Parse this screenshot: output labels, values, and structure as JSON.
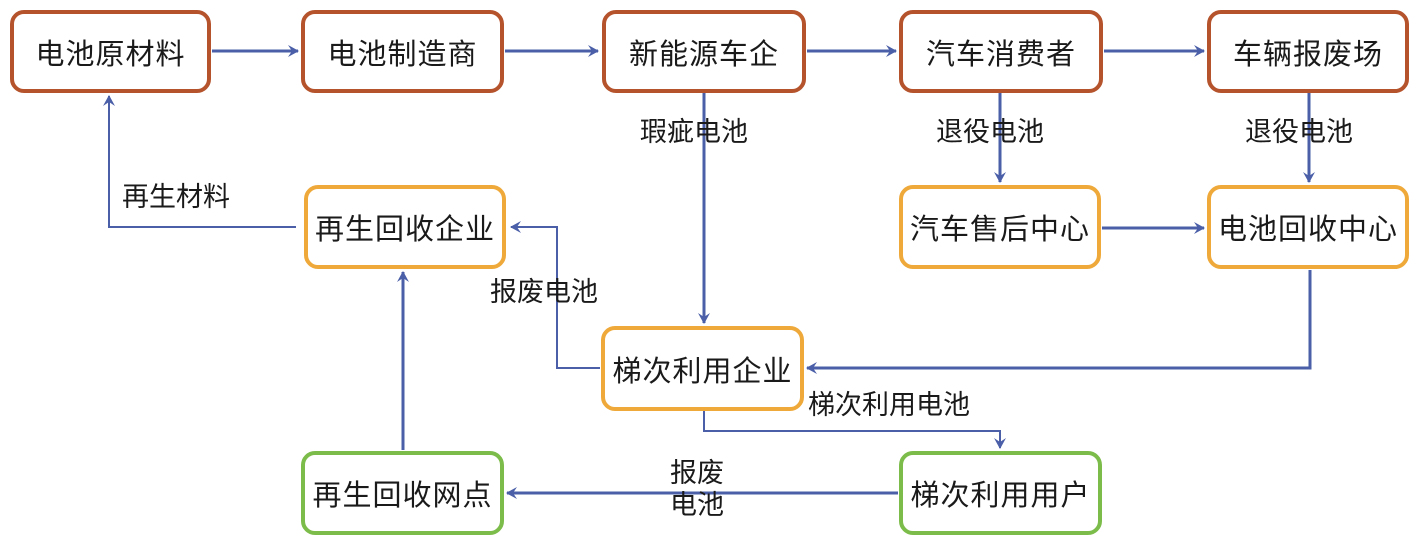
{
  "diagram": {
    "colors": {
      "tier1_border": "#b5532c",
      "tier2_border": "#eea93a",
      "tier3_border": "#7cbc4a",
      "arrow": "#4a5fa8",
      "text": "#1a1a1a"
    },
    "nodes": {
      "raw_materials": "电池原材料",
      "battery_maker": "电池制造商",
      "nev_maker": "新能源车企",
      "consumer": "汽车消费者",
      "scrapyard": "车辆报废场",
      "recycling_enterprise": "再生回收企业",
      "aftersales_center": "汽车售后中心",
      "battery_recycling_center": "电池回收中心",
      "cascade_enterprise": "梯次利用企业",
      "recycling_outlet": "再生回收网点",
      "cascade_user": "梯次利用用户"
    },
    "edge_labels": {
      "defective_battery": "瑕疵电池",
      "retired_battery_1": "退役电池",
      "retired_battery_2": "退役电池",
      "recycled_material": "再生材料",
      "scrapped_battery": "报废电池",
      "cascade_battery": "梯次利用电池",
      "scrapped_battery_line1": "报废",
      "scrapped_battery_line2": "电池"
    },
    "edges": [
      {
        "from": "电池原材料",
        "to": "电池制造商"
      },
      {
        "from": "电池制造商",
        "to": "新能源车企"
      },
      {
        "from": "新能源车企",
        "to": "汽车消费者"
      },
      {
        "from": "汽车消费者",
        "to": "车辆报废场"
      },
      {
        "from": "新能源车企",
        "to": "梯次利用企业",
        "label": "瑕疵电池"
      },
      {
        "from": "汽车消费者",
        "to": "汽车售后中心",
        "label": "退役电池"
      },
      {
        "from": "车辆报废场",
        "to": "电池回收中心",
        "label": "退役电池"
      },
      {
        "from": "汽车售后中心",
        "to": "电池回收中心"
      },
      {
        "from": "电池回收中心",
        "to": "梯次利用企业"
      },
      {
        "from": "梯次利用企业",
        "to": "再生回收企业",
        "label": "报废电池"
      },
      {
        "from": "梯次利用企业",
        "to": "梯次利用用户",
        "label": "梯次利用电池"
      },
      {
        "from": "梯次利用用户",
        "to": "再生回收网点",
        "label": "报废电池"
      },
      {
        "from": "再生回收网点",
        "to": "再生回收企业"
      },
      {
        "from": "再生回收企业",
        "to": "电池原材料",
        "label": "再生材料"
      }
    ]
  }
}
